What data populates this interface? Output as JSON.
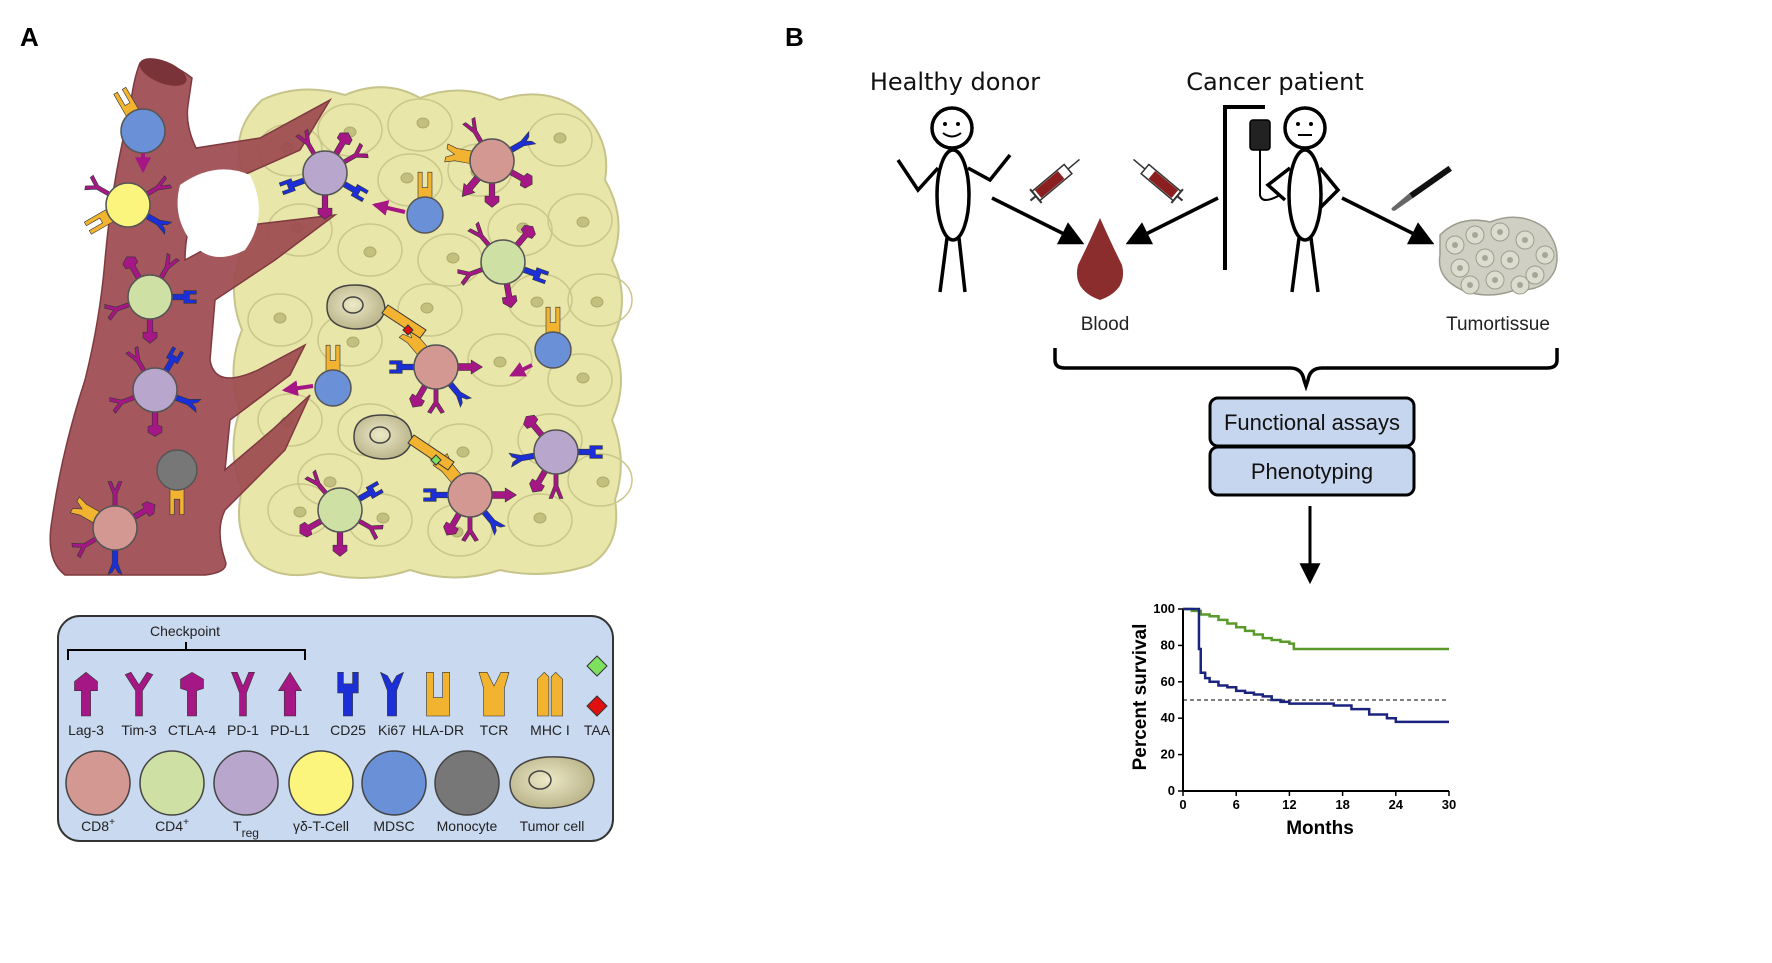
{
  "panels": {
    "a_label": "A",
    "b_label": "B"
  },
  "colors": {
    "vessel": "#9c4a4f",
    "tissue": "#e8e6a9",
    "legend_bg": "#c9d9f0",
    "cd8": "#d49893",
    "cd4": "#cfe0a5",
    "treg": "#b8a6cc",
    "gdt": "#fbf57d",
    "mdsc": "#6a90d8",
    "monocyte": "#777777",
    "checkpoint": "#a51784",
    "cd_marker": "#1c2fd6",
    "hla": "#f2b331",
    "taa_green": "#7ee05f",
    "taa_red": "#e01010",
    "survival_green": "#5a9a2a",
    "survival_blue": "#1a237e",
    "box_fill": "#c7d6ef"
  },
  "legend": {
    "checkpoint_title": "Checkpoint",
    "receptors": [
      {
        "label": "Lag-3",
        "icon": "lag3-icon"
      },
      {
        "label": "Tim-3",
        "icon": "tim3-icon"
      },
      {
        "label": "CTLA-4",
        "icon": "ctla4-icon"
      },
      {
        "label": "PD-1",
        "icon": "pd1-icon"
      },
      {
        "label": "PD-L1",
        "icon": "pdl1-icon"
      },
      {
        "label": "CD25",
        "icon": "cd25-icon"
      },
      {
        "label": "Ki67",
        "icon": "ki67-icon"
      },
      {
        "label": "HLA-DR",
        "icon": "hladr-icon"
      },
      {
        "label": "TCR",
        "icon": "tcr-icon"
      },
      {
        "label": "MHC I",
        "icon": "mhc1-icon"
      },
      {
        "label": "TAA",
        "icon": "taa-icon"
      }
    ],
    "cells": [
      {
        "label": "CD8",
        "sup": "+",
        "sub": ""
      },
      {
        "label": "CD4",
        "sup": "+",
        "sub": ""
      },
      {
        "label": "T",
        "sup": "",
        "sub": "reg"
      },
      {
        "label": "γδ-T-Cell",
        "sup": "",
        "sub": ""
      },
      {
        "label": "MDSC",
        "sup": "",
        "sub": ""
      },
      {
        "label": "Monocyte",
        "sup": "",
        "sub": ""
      },
      {
        "label": "Tumor cell",
        "sup": "",
        "sub": ""
      }
    ]
  },
  "panel_b": {
    "healthy_donor": "Healthy donor",
    "cancer_patient": "Cancer patient",
    "blood": "Blood",
    "tumortissue": "Tumortissue",
    "box1": "Functional assays",
    "box2": "Phenotyping"
  },
  "chart_data": {
    "type": "line",
    "xlabel": "Months",
    "ylabel": "Percent survival",
    "xlim": [
      0,
      30
    ],
    "ylim": [
      0,
      100
    ],
    "xticks": [
      0,
      6,
      12,
      18,
      24,
      30
    ],
    "yticks": [
      0,
      20,
      40,
      60,
      80,
      100
    ],
    "reference_line": 50,
    "series": [
      {
        "color": "#5a9a2a",
        "x": [
          0,
          1,
          2,
          3,
          4,
          5,
          6,
          7,
          8,
          9,
          10,
          11,
          12,
          12.5,
          30
        ],
        "y": [
          100,
          99,
          97,
          96,
          94,
          92,
          90,
          88,
          86,
          84,
          83,
          82,
          81,
          78,
          78
        ]
      },
      {
        "color": "#1a237e",
        "x": [
          0,
          1.5,
          1.8,
          2,
          2.5,
          3,
          4,
          5,
          6,
          7,
          8,
          9,
          10,
          11,
          12,
          15,
          17,
          19,
          21,
          23,
          24,
          30
        ],
        "y": [
          100,
          100,
          78,
          65,
          62,
          60,
          58,
          57,
          55,
          54,
          53,
          52,
          50,
          49,
          48,
          48,
          47,
          45,
          42,
          40,
          38,
          38
        ]
      }
    ]
  }
}
